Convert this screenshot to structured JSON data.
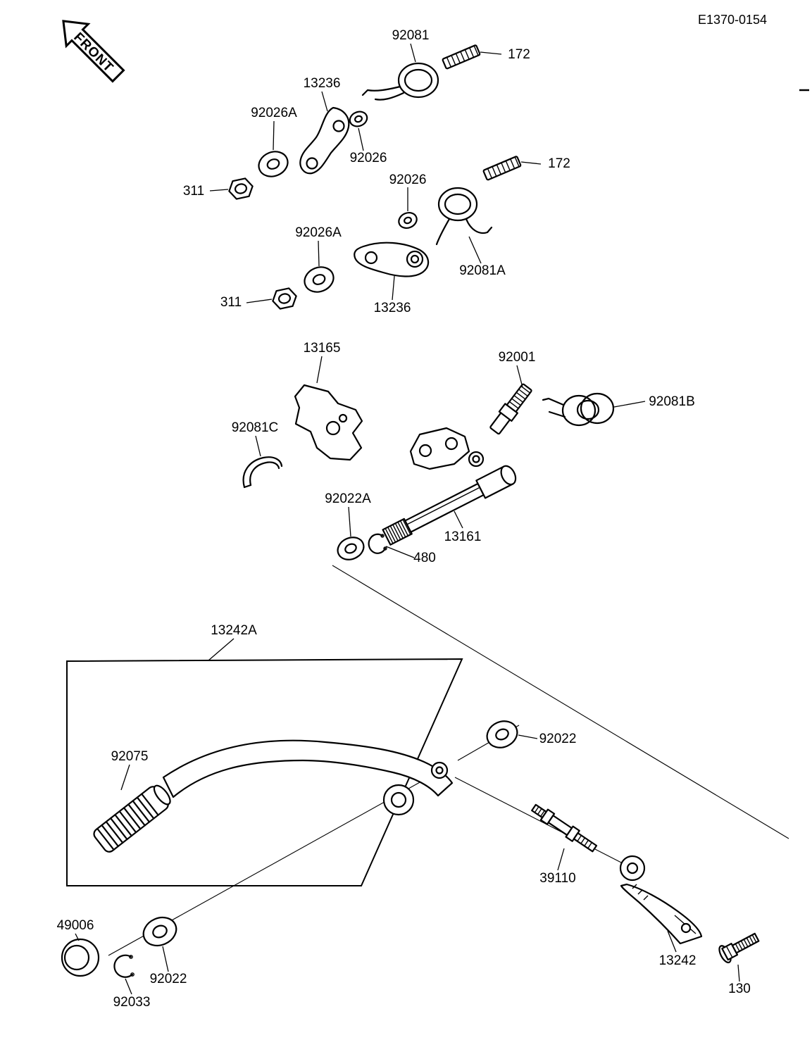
{
  "doc": {
    "code": "E1370-0154",
    "front_label": "FRONT"
  },
  "labels": [
    {
      "part": "92081",
      "text": "92081"
    },
    {
      "part": "172-a",
      "text": "172"
    },
    {
      "part": "13236-a",
      "text": "13236"
    },
    {
      "part": "92026A-a",
      "text": "92026A"
    },
    {
      "part": "92026-a",
      "text": "92026"
    },
    {
      "part": "311-a",
      "text": "311"
    },
    {
      "part": "92026-b",
      "text": "92026"
    },
    {
      "part": "172-b",
      "text": "172"
    },
    {
      "part": "92081A",
      "text": "92081A"
    },
    {
      "part": "92026A-b",
      "text": "92026A"
    },
    {
      "part": "13236-b",
      "text": "13236"
    },
    {
      "part": "311-b",
      "text": "311"
    },
    {
      "part": "13165",
      "text": "13165"
    },
    {
      "part": "92001",
      "text": "92001"
    },
    {
      "part": "92081B",
      "text": "92081B"
    },
    {
      "part": "92081C",
      "text": "92081C"
    },
    {
      "part": "92022A",
      "text": "92022A"
    },
    {
      "part": "13161",
      "text": "13161"
    },
    {
      "part": "480",
      "text": "480"
    },
    {
      "part": "13242A",
      "text": "13242A"
    },
    {
      "part": "92075",
      "text": "92075"
    },
    {
      "part": "92022-a",
      "text": "92022"
    },
    {
      "part": "39110",
      "text": "39110"
    },
    {
      "part": "13242",
      "text": "13242"
    },
    {
      "part": "130",
      "text": "130"
    },
    {
      "part": "49006",
      "text": "49006"
    },
    {
      "part": "92033",
      "text": "92033"
    },
    {
      "part": "92022-b",
      "text": "92022"
    }
  ]
}
